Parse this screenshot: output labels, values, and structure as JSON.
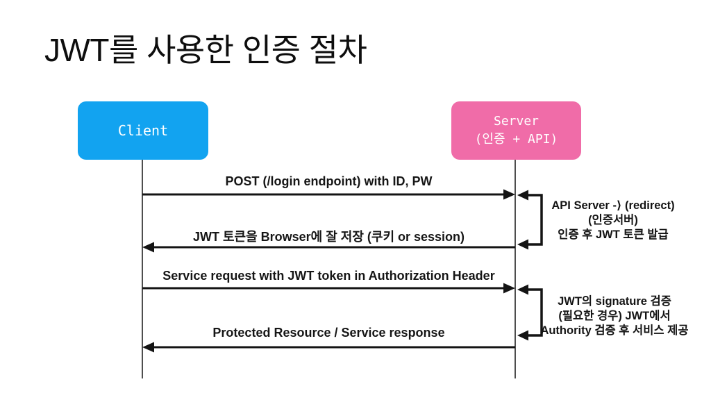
{
  "slide": {
    "title": "JWT를 사용한 인증 절차"
  },
  "actors": {
    "client": {
      "label": "Client",
      "fill": "#12A3F0"
    },
    "server": {
      "label": "Server",
      "sublabel": "(인증 + API)",
      "fill": "#F06CA8"
    }
  },
  "messages": [
    {
      "from": "client",
      "to": "server",
      "direction": "right",
      "label": "POST (/login endpoint) with ID, PW"
    },
    {
      "from": "server",
      "to": "client",
      "direction": "left",
      "label": "JWT 토큰을 Browser에 잘 저장 (쿠키 or session)"
    },
    {
      "from": "client",
      "to": "server",
      "direction": "right",
      "label": "Service request with JWT token in Authorization Header"
    },
    {
      "from": "server",
      "to": "client",
      "direction": "left",
      "label": "Protected Resource / Service response"
    }
  ],
  "annotations": [
    {
      "attached_to": "server",
      "lines": [
        "API Server -⟩ (redirect)",
        "(인증서버)",
        "인증 후 JWT 토큰 발급"
      ]
    },
    {
      "attached_to": "server",
      "lines": [
        "JWT의 signature 검증",
        "(필요한 경우) JWT에서",
        "Authority 검증 후 서비스 제공"
      ]
    }
  ],
  "colors": {
    "background": "#FFFFFF",
    "client_box": "#12A3F0",
    "server_box": "#F06CA8",
    "line": "#141414",
    "text": "#141414"
  }
}
